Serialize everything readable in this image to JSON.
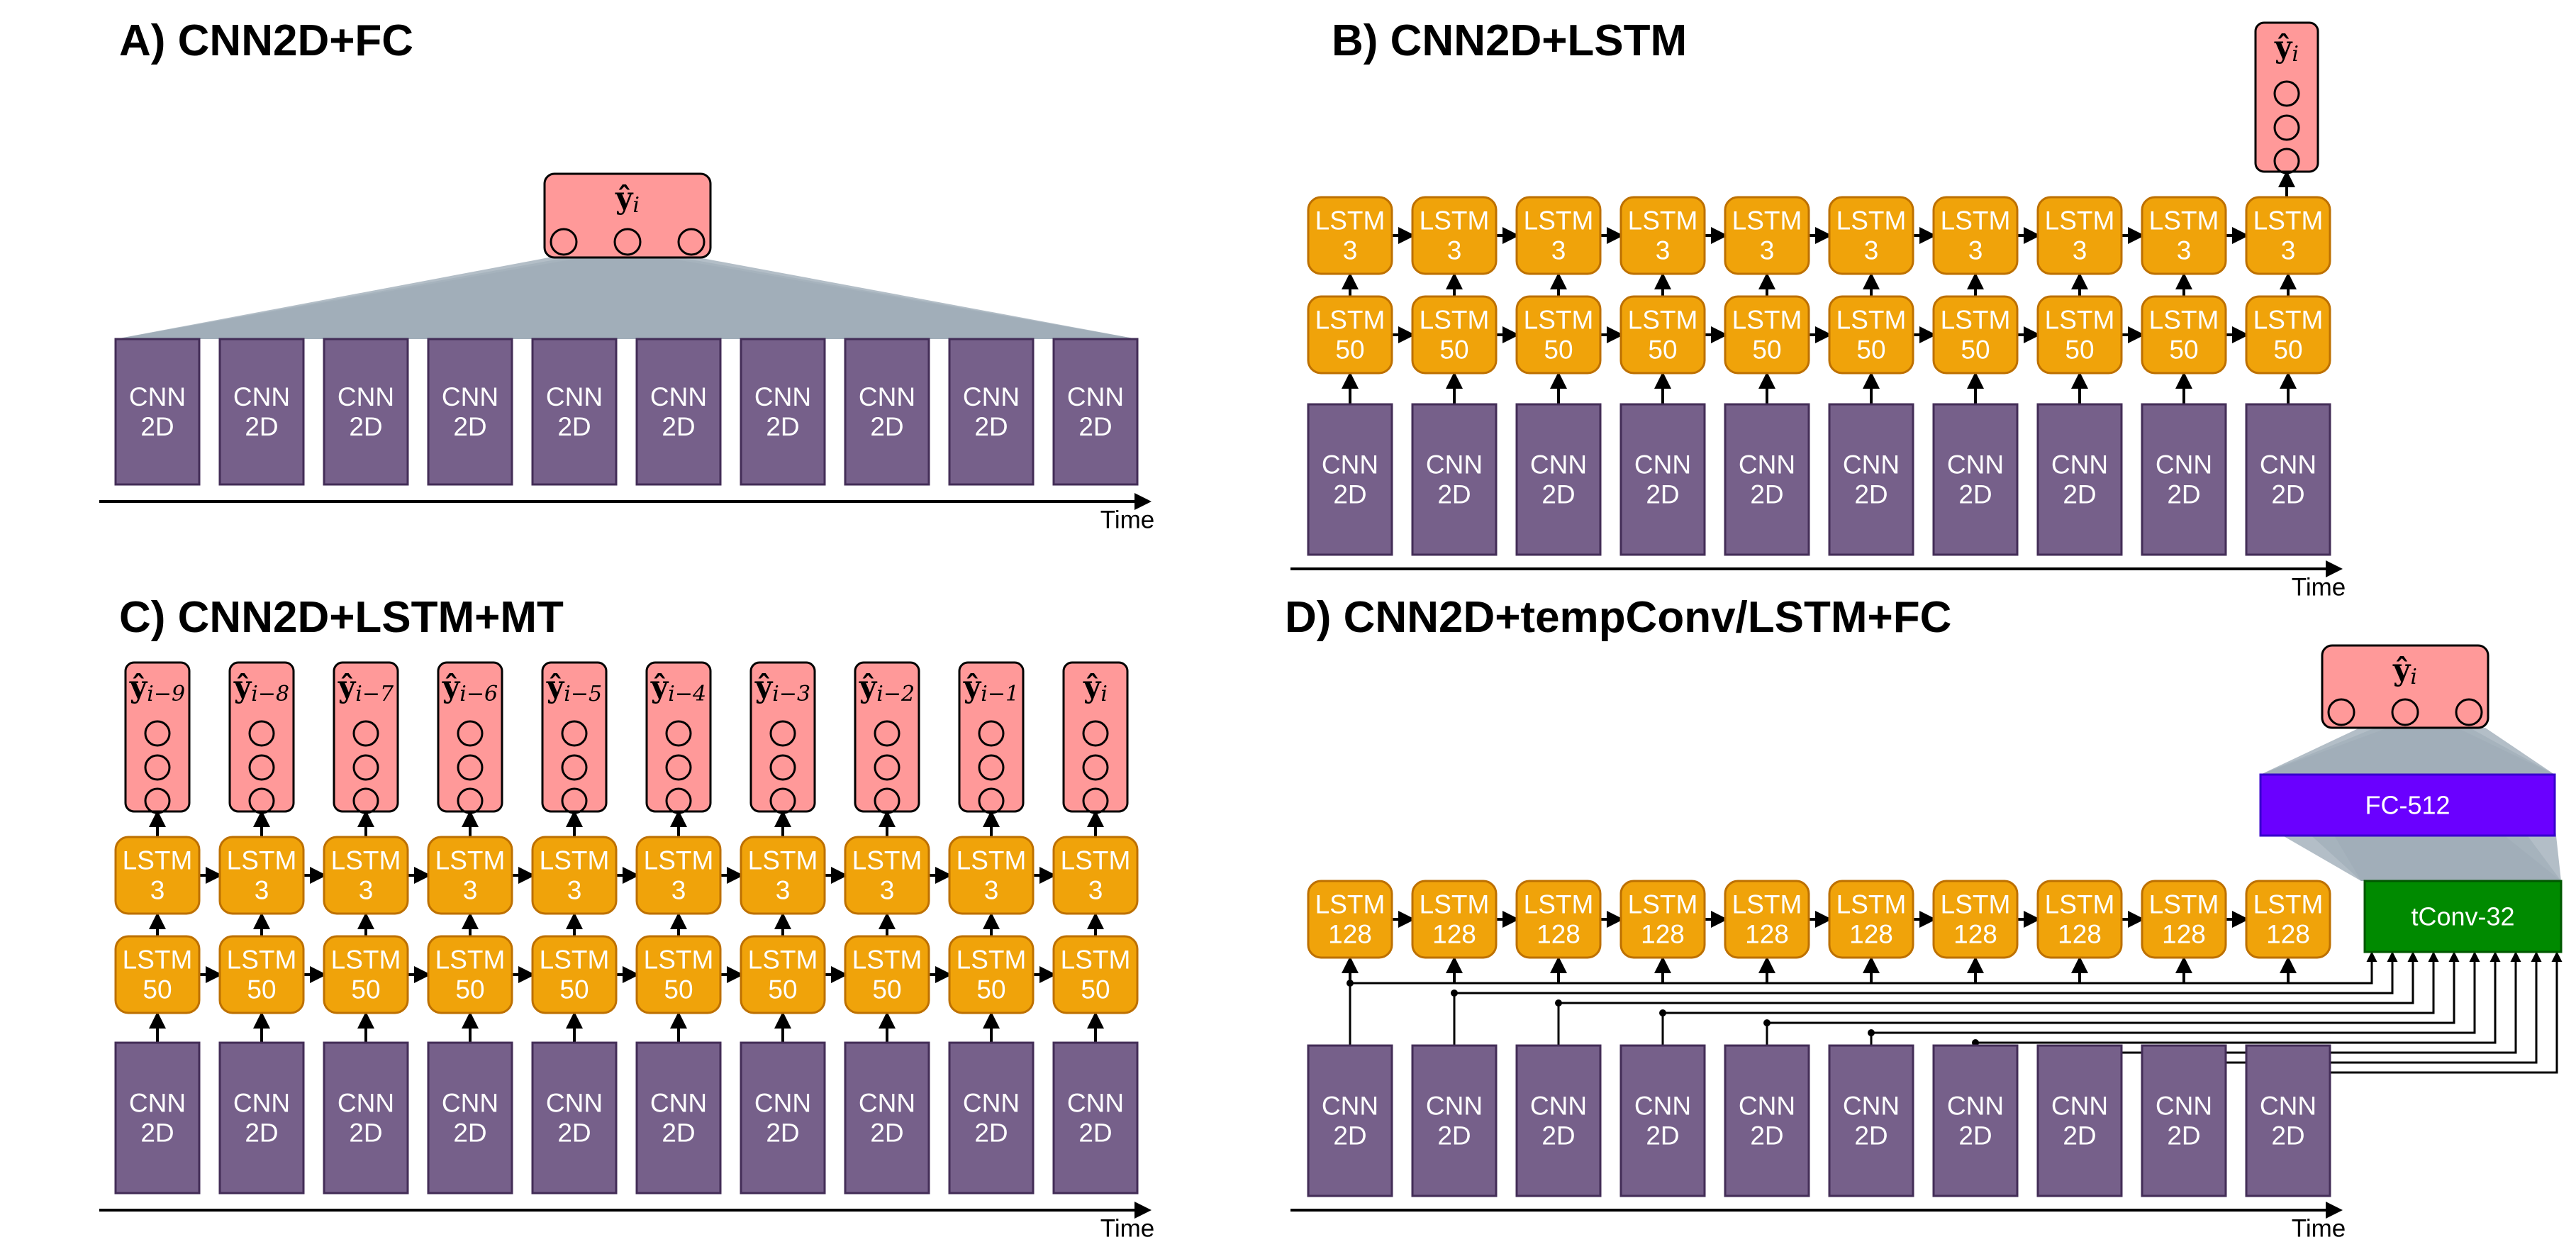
{
  "panels": {
    "a": {
      "title": "A) CNN2D+FC"
    },
    "b": {
      "title": "B) CNN2D+LSTM"
    },
    "c": {
      "title": "C) CNN2D+LSTM+MT"
    },
    "d": {
      "title": "D) CNN2D+tempConv/LSTM+FC"
    }
  },
  "labels": {
    "cnn": [
      "CNN",
      "2D"
    ],
    "lstm3": [
      "LSTM",
      "3"
    ],
    "lstm50": [
      "LSTM",
      "50"
    ],
    "lstm128": [
      "LSTM",
      "128"
    ],
    "time": "Time",
    "fc512": "FC-512",
    "tconv": "tConv-32",
    "yhat": "ŷ",
    "yhat_subscript": "i",
    "mt_subscripts": [
      "i−9",
      "i−8",
      "i−7",
      "i−6",
      "i−5",
      "i−4",
      "i−3",
      "i−2",
      "i−1",
      "i"
    ]
  },
  "colors": {
    "cnn_fill": "#76608a",
    "cnn_stroke": "#432d57",
    "lstm_fill": "#f0a30a",
    "lstm_stroke": "#bd7000",
    "output_fill": "#ff9999",
    "fc_fill": "#6a00ff",
    "tconv_fill": "#008a00",
    "fan_fill": "#9aa8b4"
  }
}
